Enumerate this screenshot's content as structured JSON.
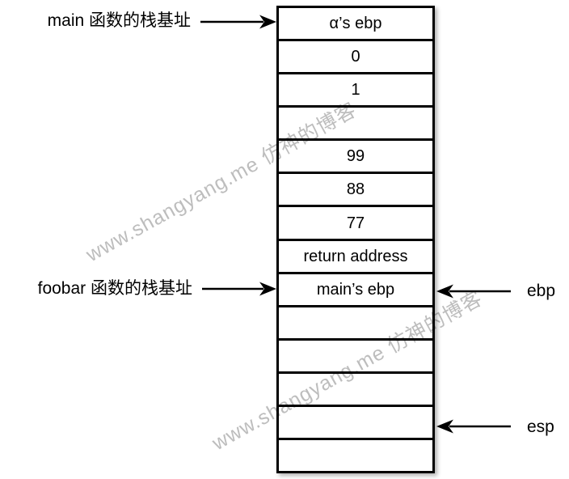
{
  "stack_cells": [
    "α’s ebp",
    "0",
    "1",
    "",
    "99",
    "88",
    "77",
    "return address",
    "main’s ebp",
    "",
    "",
    "",
    "",
    ""
  ],
  "labels": {
    "main_base": "main 函数的栈基址",
    "foobar_base": "foobar 函数的栈基址",
    "ebp": "ebp",
    "esp": "esp"
  },
  "watermark_text": "www.shangyang.me 仿神的博客",
  "colors": {
    "line": "#000000",
    "background": "#ffffff",
    "watermark": "#bdbdbd"
  },
  "arrows": [
    {
      "name": "main-base-arrow",
      "direction": "right",
      "points_to_cell": 0
    },
    {
      "name": "foobar-base-arrow",
      "direction": "right",
      "points_to_cell": 8
    },
    {
      "name": "ebp-arrow",
      "direction": "left",
      "points_to_cell": 8
    },
    {
      "name": "esp-arrow",
      "direction": "left",
      "points_to_cell": 12
    }
  ]
}
